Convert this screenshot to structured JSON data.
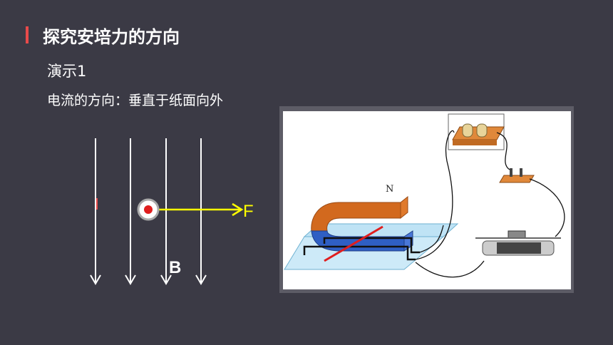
{
  "slide": {
    "title": "探究安培力的方向",
    "demo_label": "演示1",
    "current_direction": "电流的方向：垂直于纸面向外"
  },
  "diagram": {
    "force_label": "F",
    "field_label": "B",
    "force_color": "#ffff00",
    "field_line_color": "#ffffff"
  },
  "apparatus": {
    "magnet_pole_label": "N"
  },
  "colors": {
    "background": "#3b3a45",
    "accent": "#e84a4a",
    "magnet_orange": "#d2691e",
    "magnet_blue": "#2f5fc4"
  }
}
